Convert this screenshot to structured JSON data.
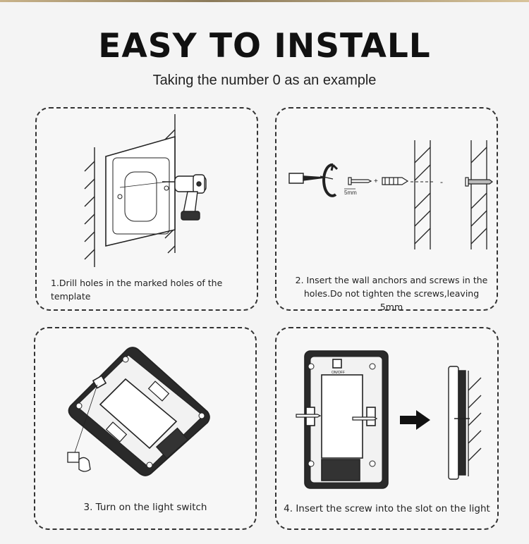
{
  "header": {
    "title": "EASY TO INSTALL",
    "subtitle": "Taking the number 0 as an example"
  },
  "steps": [
    {
      "caption": "1.Drill holes in the marked holes of the template"
    },
    {
      "caption": "2. Insert the wall anchors and screws in the holes.Do not tighten the screws,leaving 5mm",
      "dimension_label": "5mm"
    },
    {
      "caption": "3. Turn on the light switch"
    },
    {
      "caption": "4. Insert the screw into the slot on the light",
      "switch_label": "ON/OFF"
    }
  ],
  "icons": [
    "drill-icon",
    "screwdriver-icon",
    "rotate-arrow-icon",
    "screw-icon",
    "wall-anchor-icon",
    "hand-pointer-icon",
    "arrow-right-icon",
    "mirror-light-icon",
    "wall-hatch-icon"
  ]
}
